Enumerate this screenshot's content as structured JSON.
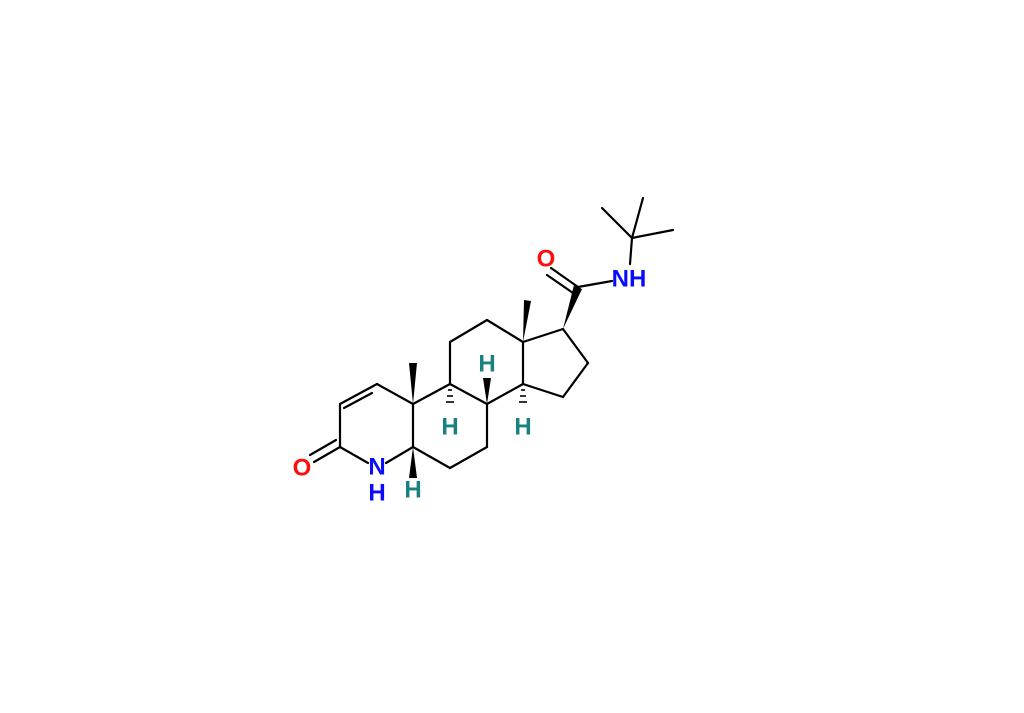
{
  "molecule": {
    "atom_labels": {
      "ketone_oxygen": "O",
      "lactam_nitrogen": "N",
      "lactam_hydrogen": "H",
      "h5": "H",
      "h8": "H",
      "h9": "H",
      "h14": "H",
      "amide_oxygen": "O",
      "amide_nitrogen": "NH"
    }
  },
  "colors": {
    "oxygen": "#ff0d0d",
    "nitrogen": "#0a0aff",
    "hydrogen": "#1b8080",
    "bond": "#000000"
  }
}
